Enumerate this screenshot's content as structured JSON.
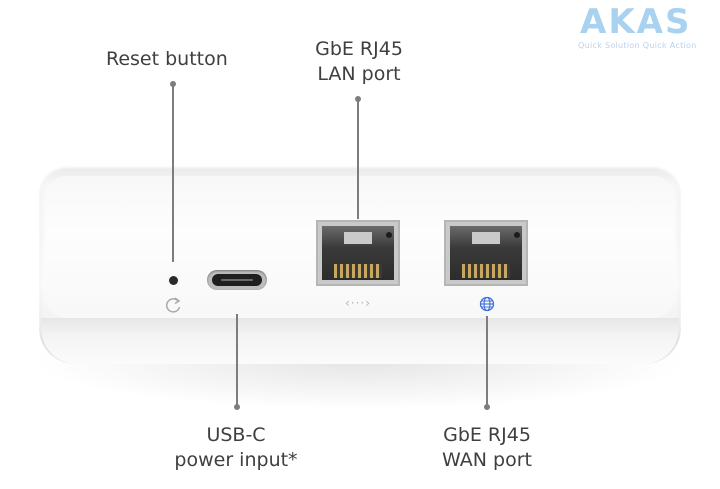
{
  "labels": {
    "reset": "Reset button",
    "lan": [
      "GbE RJ45",
      "LAN port"
    ],
    "usbc": [
      "USB-C",
      "power input*"
    ],
    "wan": [
      "GbE RJ45",
      "WAN port"
    ]
  },
  "logo": {
    "word": "AKAS",
    "tagline": "Quick Solution Quick Action"
  },
  "icons": {
    "reset": "reset-icon",
    "lan": "lan-arrows-icon",
    "wan": "globe-icon"
  },
  "lan_symbol": "‹···›"
}
